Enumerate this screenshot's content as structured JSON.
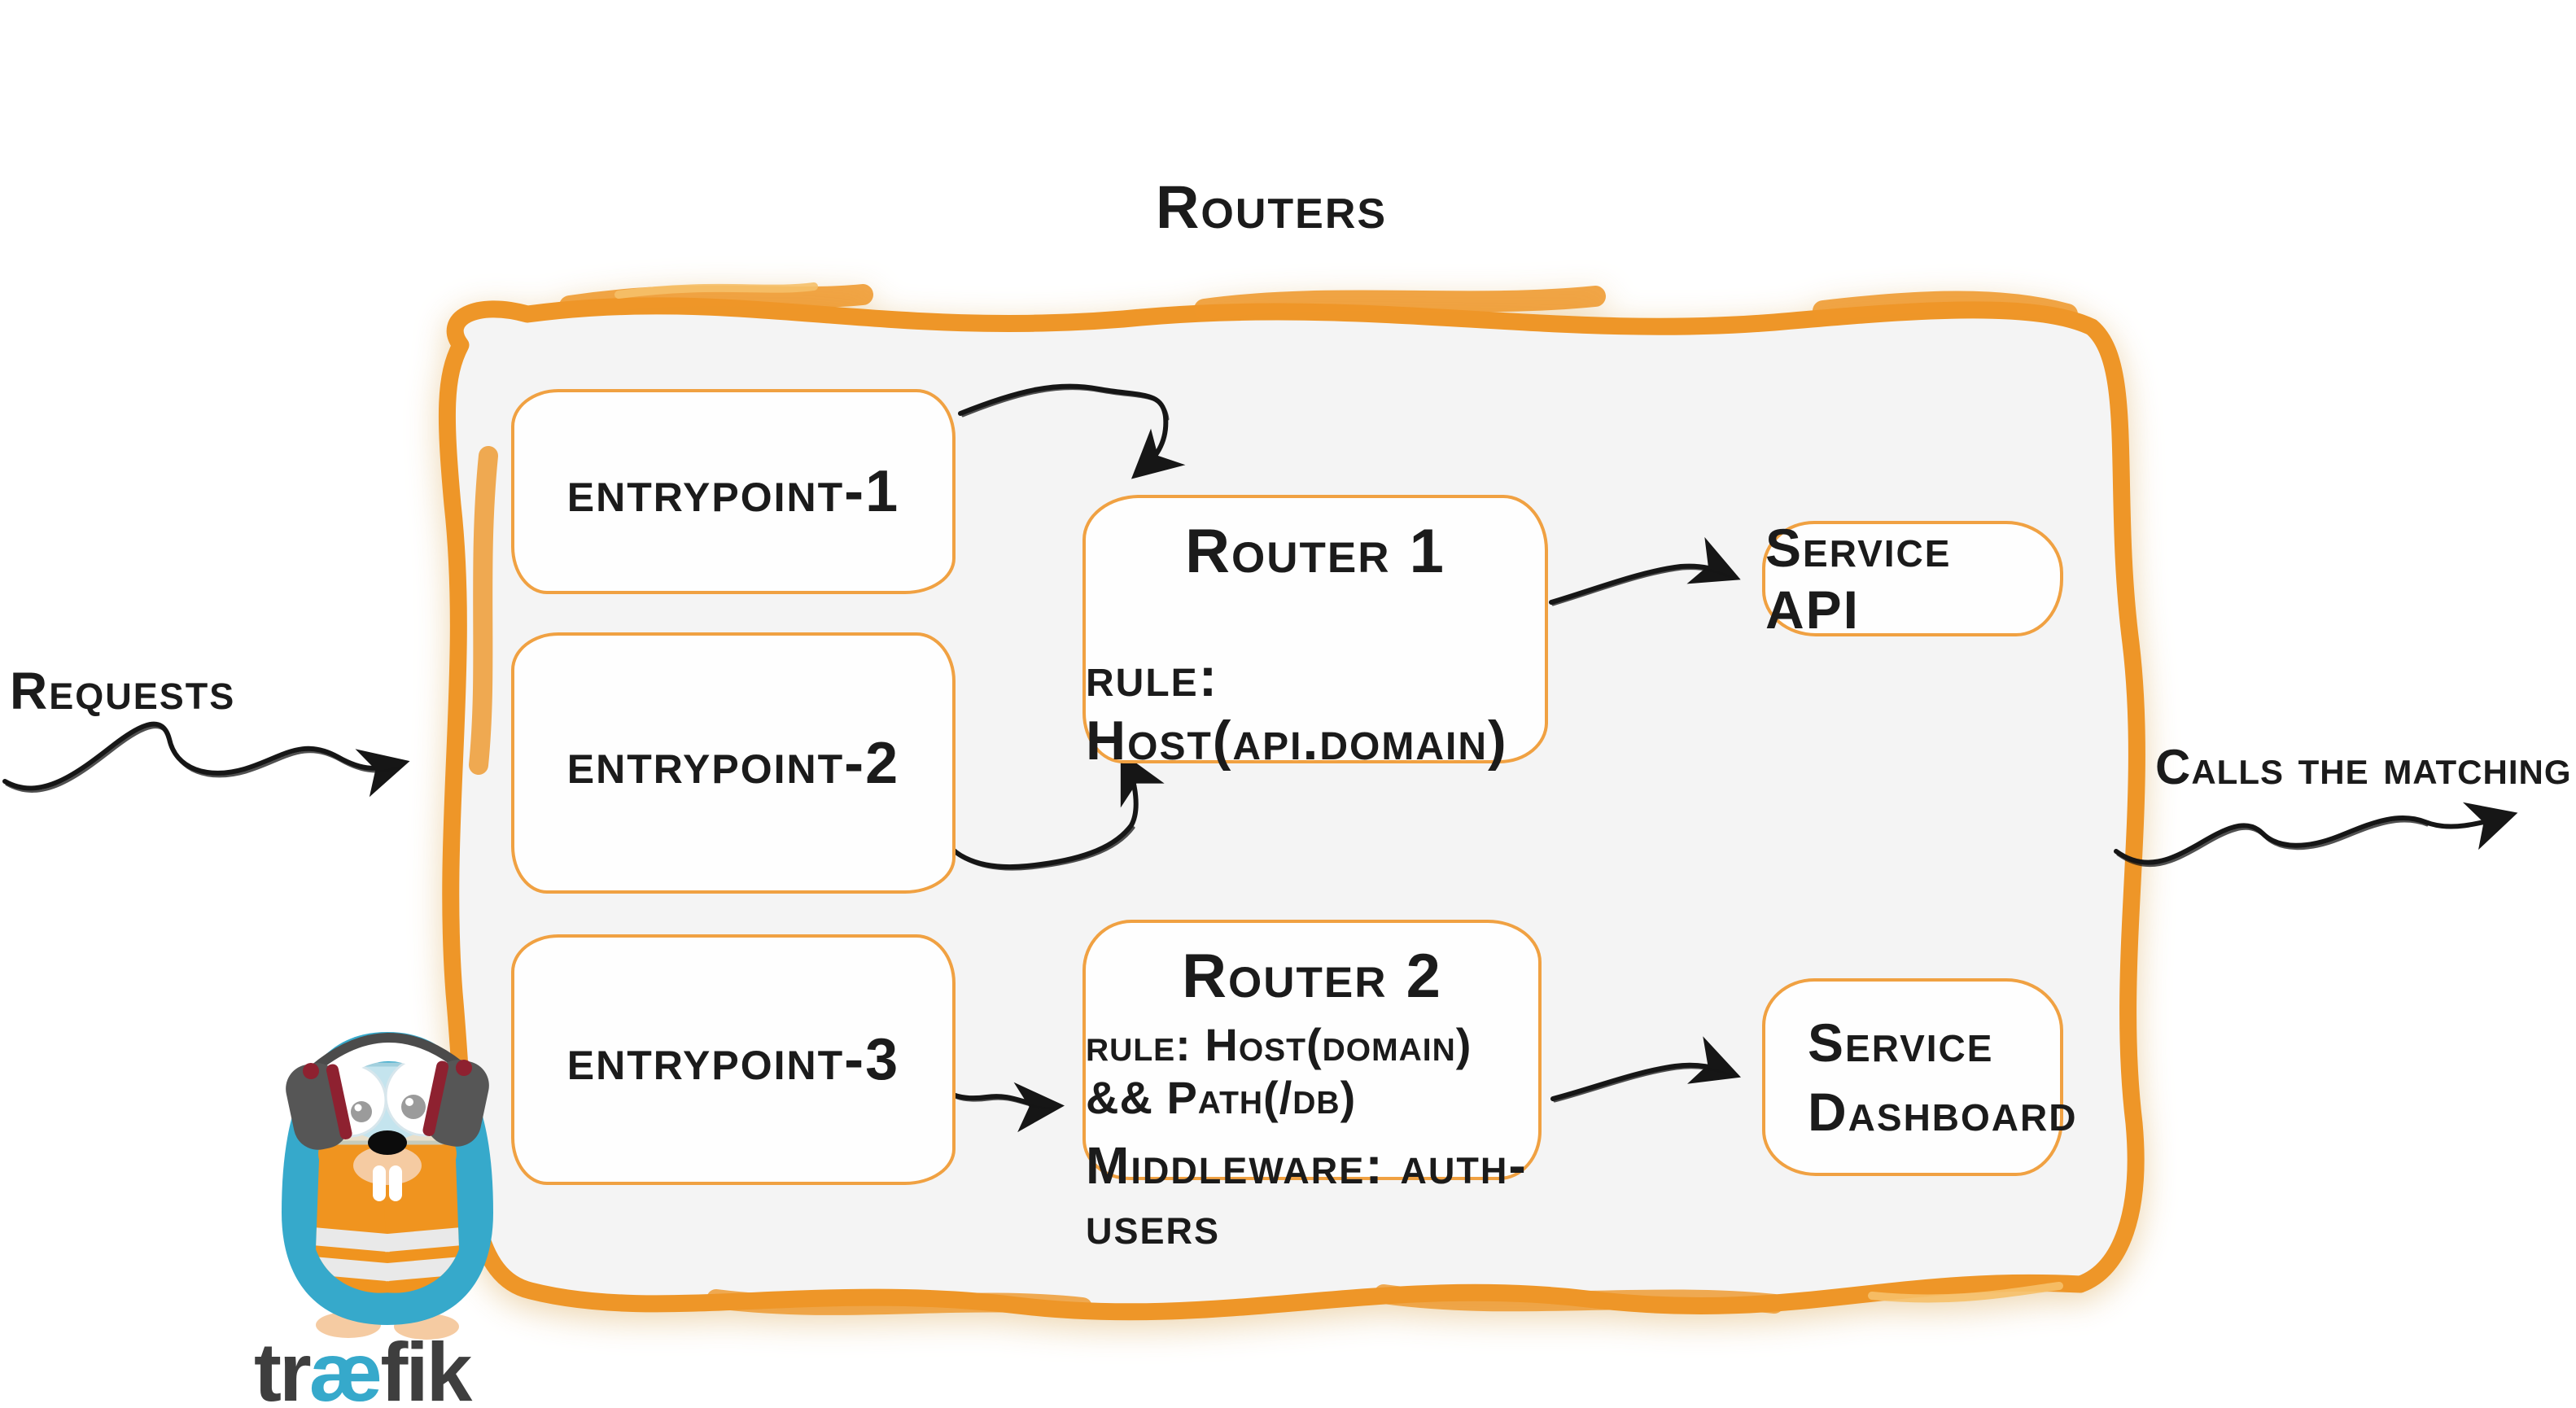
{
  "diagram": {
    "title": "Routers",
    "left_label": "Requests",
    "right_label": "Calls the matching server",
    "entrypoints": [
      {
        "label": "entrypoint-1"
      },
      {
        "label": "entrypoint-2"
      },
      {
        "label": "entrypoint-3"
      }
    ],
    "routers": [
      {
        "title": "Router 1",
        "rule": "rule: Host(api.domain)",
        "middleware": ""
      },
      {
        "title": "Router 2",
        "rule": "rule: Host(domain) && Path(/db)",
        "middleware": "Middleware: auth-users"
      }
    ],
    "services": [
      {
        "lines": [
          "Service API"
        ]
      },
      {
        "lines": [
          "Service",
          "Dashboard"
        ]
      }
    ],
    "connections": [
      "requests -> container",
      "entrypoint-1 -> Router 1",
      "entrypoint-2 -> Router 1",
      "entrypoint-3 -> Router 2",
      "Router 1 -> Service API",
      "Router 2 -> Service Dashboard",
      "container -> calls the matching server"
    ],
    "colors": {
      "container_border": "#ee9628",
      "box_border": "#f0a142",
      "container_fill": "#f4f4f4",
      "ink": "#1b1b1b",
      "mascot_teal": "#36a9cb",
      "mascot_vest": "#f0941f",
      "glowstick_green": "#cbe363",
      "earcup_gray": "#555555",
      "earcup_red": "#8e2130"
    }
  },
  "logo": {
    "part1": "tr",
    "part2": "æ",
    "part3": "fik"
  }
}
